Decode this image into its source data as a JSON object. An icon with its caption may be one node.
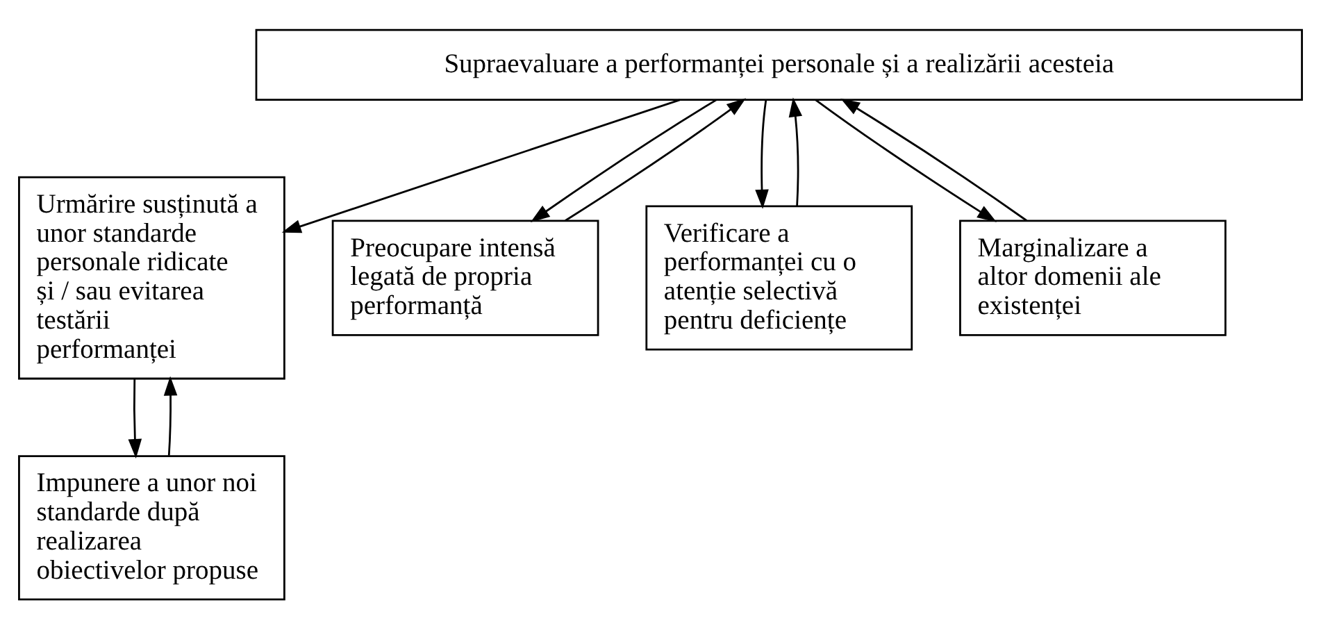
{
  "diagram": {
    "nodes": [
      {
        "text": [
          "Supraevaluare a performanței personale și a realizării acesteia"
        ]
      },
      {
        "text": [
          "Urmărire susținută a unor standarde personale ridicate și / sau evitarea testării performanței"
        ]
      },
      {
        "text": [
          "Preocupare intensă legată de propria performanță"
        ]
      },
      {
        "text": [
          "Verificare a performanței cu o atenție selectivă pentru deficiențe"
        ]
      },
      {
        "text": [
          "Marginalizare a altor domenii ale existenței"
        ]
      },
      {
        "text": [
          "Impunere a unor noi standarde după realizarea obiectivelor propuse"
        ]
      }
    ],
    "edges": [
      {
        "from": 0,
        "to": 1,
        "arrow": "to"
      },
      {
        "from": 0,
        "to": 2,
        "arrow": "to"
      },
      {
        "from": 2,
        "to": 0,
        "arrow": "to"
      },
      {
        "from": 0,
        "to": 3,
        "arrow": "to"
      },
      {
        "from": 3,
        "to": 0,
        "arrow": "to"
      },
      {
        "from": 0,
        "to": 4,
        "arrow": "to"
      },
      {
        "from": 4,
        "to": 0,
        "arrow": "to"
      },
      {
        "from": 1,
        "to": 5,
        "arrow": "to"
      },
      {
        "from": 5,
        "to": 1,
        "arrow": "to"
      }
    ]
  }
}
